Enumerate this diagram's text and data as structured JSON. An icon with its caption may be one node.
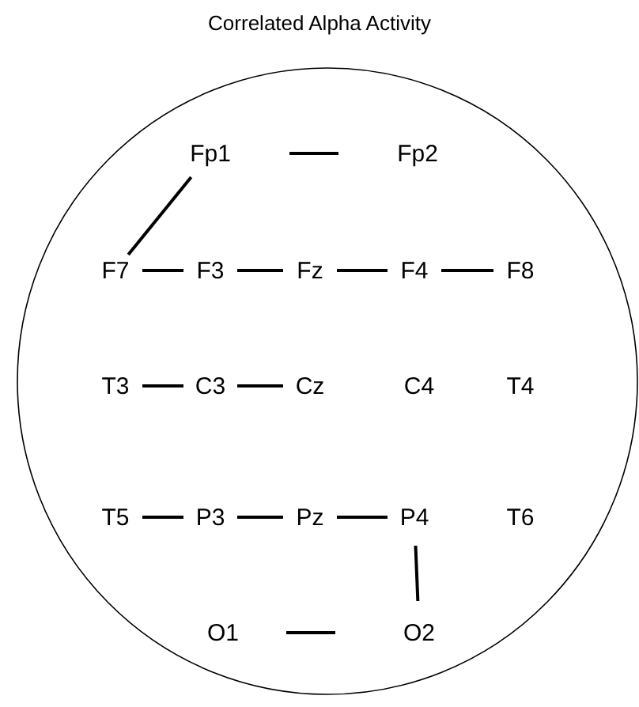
{
  "diagram": {
    "title": "Correlated Alpha Activity",
    "nodes": [
      {
        "text": [
          "Fp1"
        ]
      },
      {
        "text": [
          "Fp2"
        ]
      },
      {
        "text": [
          "F7"
        ]
      },
      {
        "text": [
          "F3"
        ]
      },
      {
        "text": [
          "Fz"
        ]
      },
      {
        "text": [
          "F4"
        ]
      },
      {
        "text": [
          "F8"
        ]
      },
      {
        "text": [
          "T3"
        ]
      },
      {
        "text": [
          "C3"
        ]
      },
      {
        "text": [
          "Cz"
        ]
      },
      {
        "text": [
          "C4"
        ]
      },
      {
        "text": [
          "T4"
        ]
      },
      {
        "text": [
          "T5"
        ]
      },
      {
        "text": [
          "P3"
        ]
      },
      {
        "text": [
          "Pz"
        ]
      },
      {
        "text": [
          "P4"
        ]
      },
      {
        "text": [
          "T6"
        ]
      },
      {
        "text": [
          "O1"
        ]
      },
      {
        "text": [
          "O2"
        ]
      }
    ],
    "edges": [
      {
        "from": 0,
        "to": 1,
        "arrow": "none"
      },
      {
        "from": 0,
        "to": 2,
        "arrow": "none"
      },
      {
        "from": 2,
        "to": 3,
        "arrow": "none"
      },
      {
        "from": 3,
        "to": 4,
        "arrow": "none"
      },
      {
        "from": 4,
        "to": 5,
        "arrow": "none"
      },
      {
        "from": 5,
        "to": 6,
        "arrow": "none"
      },
      {
        "from": 7,
        "to": 8,
        "arrow": "none"
      },
      {
        "from": 8,
        "to": 9,
        "arrow": "none"
      },
      {
        "from": 12,
        "to": 13,
        "arrow": "none"
      },
      {
        "from": 13,
        "to": 14,
        "arrow": "none"
      },
      {
        "from": 14,
        "to": 15,
        "arrow": "none"
      },
      {
        "from": 15,
        "to": 18,
        "arrow": "none"
      },
      {
        "from": 17,
        "to": 18,
        "arrow": "none"
      }
    ]
  }
}
